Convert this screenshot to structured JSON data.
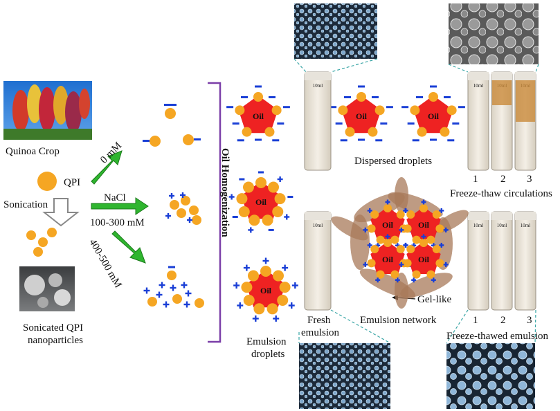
{
  "labels": {
    "crop": "Quinoa Crop",
    "qpi": "QPI",
    "sonication": "Sonication",
    "nanoparticles_line1": "Sonicated QPI",
    "nanoparticles_line2": "nanoparticles",
    "nacl": "NaCl",
    "conc_low": "0 mM",
    "conc_mid": "100-300 mM",
    "conc_high": "400-500 mM",
    "homogenization": "Oil Homogenization",
    "oil": "Oil",
    "dispersed": "Dispersed droplets",
    "ft_circulations": "Freeze-thaw  circulations",
    "gel_like": "Gel-like",
    "emulsion_network": "Emulsion network",
    "fresh_line1": "Fresh",
    "fresh_line2": "emulsion",
    "droplets_line1": "Emulsion",
    "droplets_line2": "droplets",
    "ft_emulsion": "Freeze-thawed emulsion",
    "tube_scale": "10ml"
  },
  "tube_numbers_top": [
    "1",
    "2",
    "3"
  ],
  "tube_numbers_bottom": [
    "1",
    "2",
    "3"
  ],
  "charges": {
    "negative": "−",
    "positive": "+"
  },
  "colors": {
    "oil": "#ee2222",
    "particle": "#f5a623",
    "negative": "#1a3fd6",
    "positive": "#1a3fd6",
    "arrow": "#2fb52f",
    "bracket": "#7b3fa8",
    "dashed": "#3aa6a6",
    "gel": "#a8795a",
    "micro_bg": "#1c2a3a",
    "micro_drop": "#8fb6d8",
    "tube": "#f1ebe0"
  },
  "icons": {
    "crop_photo": "quinoa-crop-photo",
    "sem_photo": "sem-nanoparticle-photo",
    "micrograph": "micrograph-icon"
  }
}
